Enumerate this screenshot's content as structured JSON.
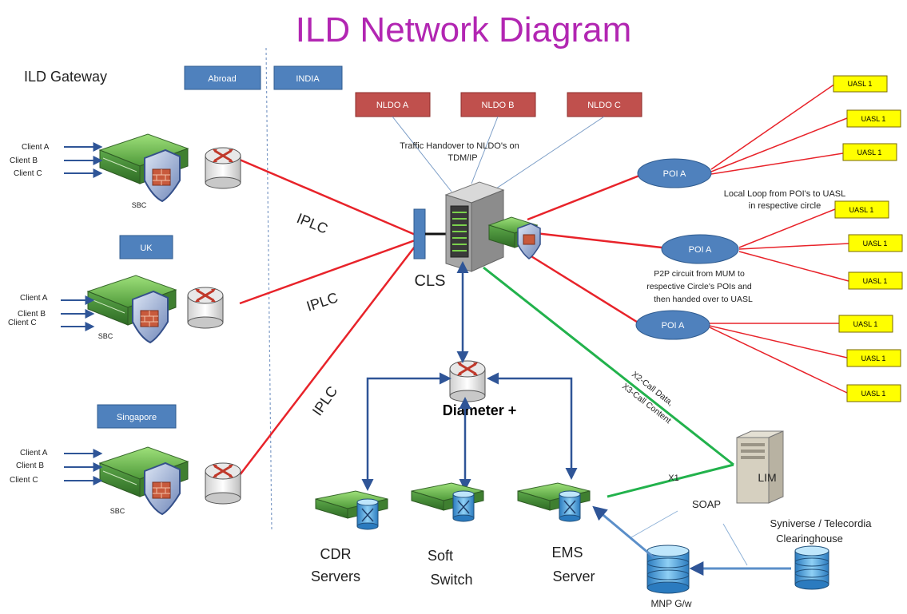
{
  "title": "ILD Network  Diagram",
  "gateway_label": "ILD Gateway",
  "region_boxes": {
    "abroad": "Abroad",
    "india": "INDIA",
    "uk": "UK",
    "singapore": "Singapore"
  },
  "nldo_boxes": [
    "NLDO A",
    "NLDO B",
    "NLDO C"
  ],
  "traffic_handover_lines": [
    "Traffic  Handover to NLDO's on",
    "TDM/IP"
  ],
  "clients": {
    "group1": [
      "Client A",
      "Client B",
      "Client C"
    ],
    "group2": [
      "Client A",
      "Client B",
      "Client C"
    ],
    "group3": [
      "Client A",
      "Client B",
      "Client C"
    ]
  },
  "sbc_label": "SBC",
  "iplc_label": "IPLC",
  "cls_label": "CLS",
  "poi_labels": [
    "POI  A",
    "POI  A",
    "POI  A"
  ],
  "uasl_labels": [
    "UASL 1",
    "UASL 1",
    "UASL 1",
    "UASL 1",
    "UASL 1",
    "UASL 1",
    "UASL 1",
    "UASL 1",
    "UASL 1"
  ],
  "local_loop_lines": [
    "Local Loop from  POI's to UASL",
    "in respective circle"
  ],
  "p2p_lines": [
    "P2P circuit from MUM to",
    "respective Circle's POIs and",
    "then  handed over to  UASL"
  ],
  "diameter_label": "Diameter +",
  "x2_lines": [
    "X2-Call Data,",
    "X3-Call Content"
  ],
  "x1_label": "X1",
  "lim_label": "LIM",
  "soap_label": "SOAP",
  "clearinghouse_lines": [
    "Syniverse / Telecordia",
    "Clearinghouse"
  ],
  "cdr_lines": [
    "CDR",
    "Servers"
  ],
  "softswitch_lines": [
    "Soft",
    "Switch"
  ],
  "ems_lines": [
    "EMS",
    "Server"
  ],
  "mnp_label": "MNP G/w",
  "colors": {
    "title": "#b226b2",
    "region_box": "#4f81bd",
    "nldo_box": "#c0504d",
    "iplc_line": "#e8232a",
    "green_line": "#22b24c",
    "blue_arrow": "#2f5597",
    "uasl_fill": "#ffff00",
    "poi_fill": "#4f81bd"
  }
}
